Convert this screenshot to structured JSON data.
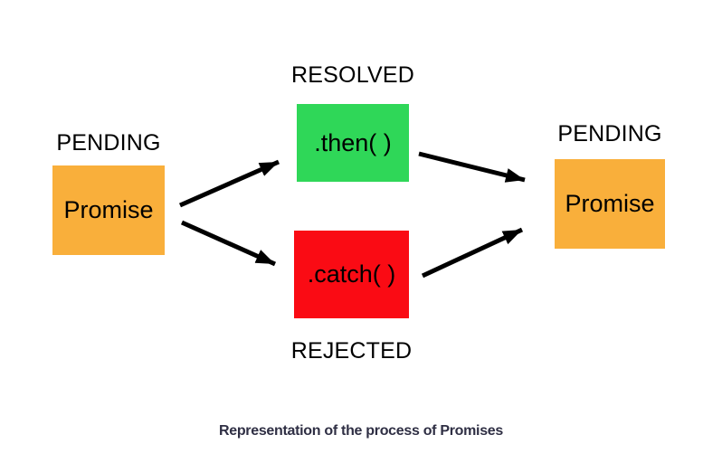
{
  "diagram": {
    "left_node": {
      "state": "PENDING",
      "label": "Promise"
    },
    "resolved_node": {
      "state": "RESOLVED",
      "label": ".then( )"
    },
    "rejected_node": {
      "state": "REJECTED",
      "label": ".catch( )"
    },
    "right_node": {
      "state": "PENDING",
      "label": "Promise"
    }
  },
  "caption": {
    "text": "Representation of the process of Promises"
  },
  "colors": {
    "pending": "#F9AF3B",
    "resolved": "#2FD758",
    "rejected": "#FA0B14",
    "arrow": "#000000",
    "label_text": "#000000",
    "caption_text": "#2F2F44",
    "background": "#FFFFFF"
  }
}
